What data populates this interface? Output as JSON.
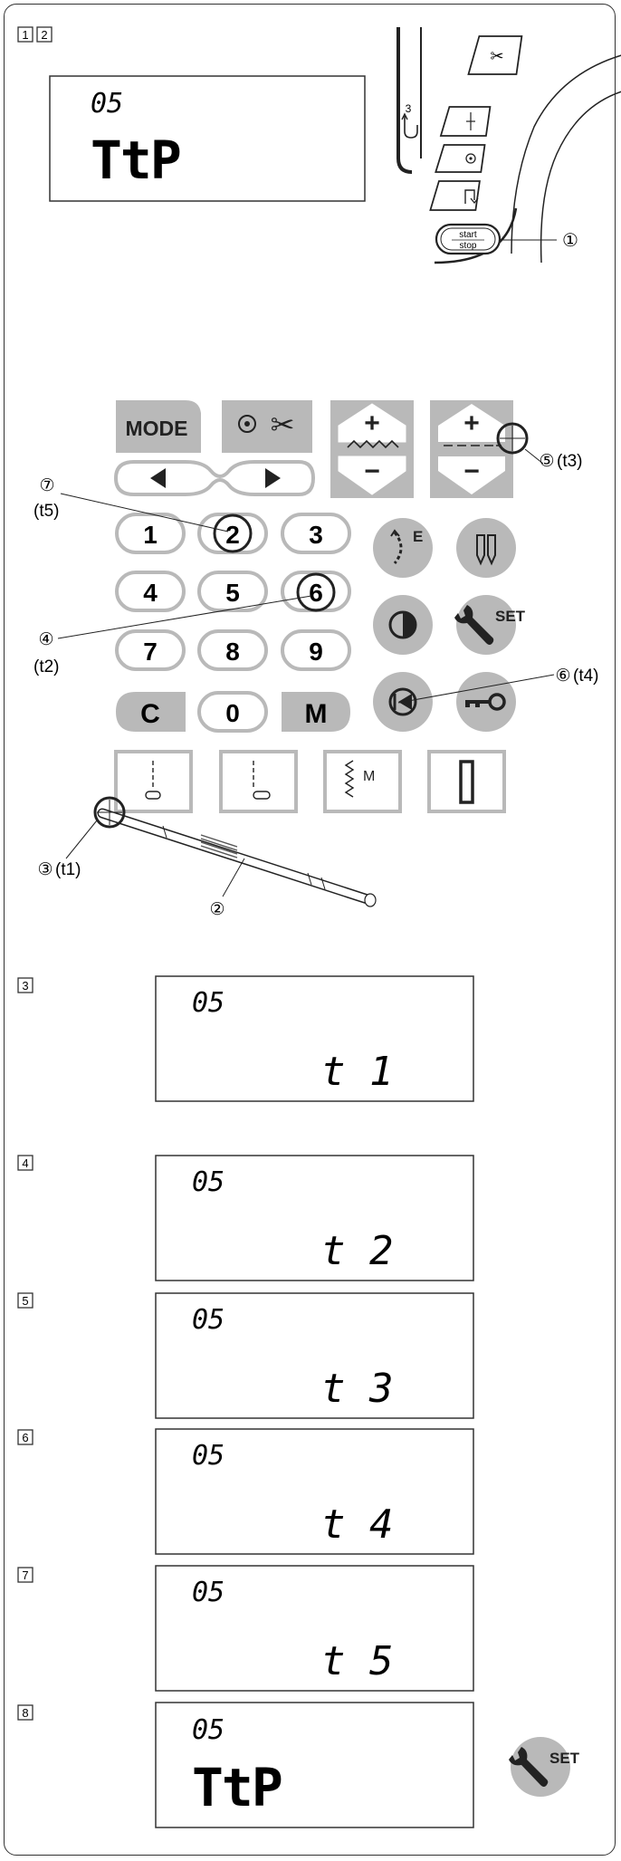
{
  "steps": {
    "s1": "1",
    "s2": "2",
    "s3": "3",
    "s4": "4",
    "s5": "5",
    "s6": "6",
    "s7": "7",
    "s8": "8"
  },
  "lcd": {
    "pattern_number": "05",
    "code_ttp": "TtP",
    "t1": "t 1",
    "t2": "t 2",
    "t3": "t 3",
    "t4": "t 4",
    "t5": "t 5"
  },
  "machine": {
    "start_stop_top": "start",
    "start_stop_bottom": "stop",
    "thread_count": "3",
    "callout_1": "①"
  },
  "panel": {
    "mode_label": "MODE",
    "keys": [
      "1",
      "2",
      "3",
      "4",
      "5",
      "6",
      "7",
      "8",
      "9",
      "C",
      "0",
      "M"
    ],
    "set_label": "SET",
    "e_label": "E",
    "m_label": "M",
    "plus": "+",
    "minus": "−"
  },
  "callouts": {
    "c7_num": "⑦",
    "c7_t": "(t5)",
    "c4_num": "④",
    "c4_t": "(t2)",
    "c5_num": "⑤",
    "c5_t": "(t3)",
    "c6_num": "⑥",
    "c6_t": "(t4)",
    "c3_num": "③",
    "c3_t": "(t1)",
    "c2_num": "②"
  },
  "colors": {
    "key_gray": "#b9b9b9",
    "dark_gray": "#9a9a9a",
    "ink": "#222222"
  }
}
